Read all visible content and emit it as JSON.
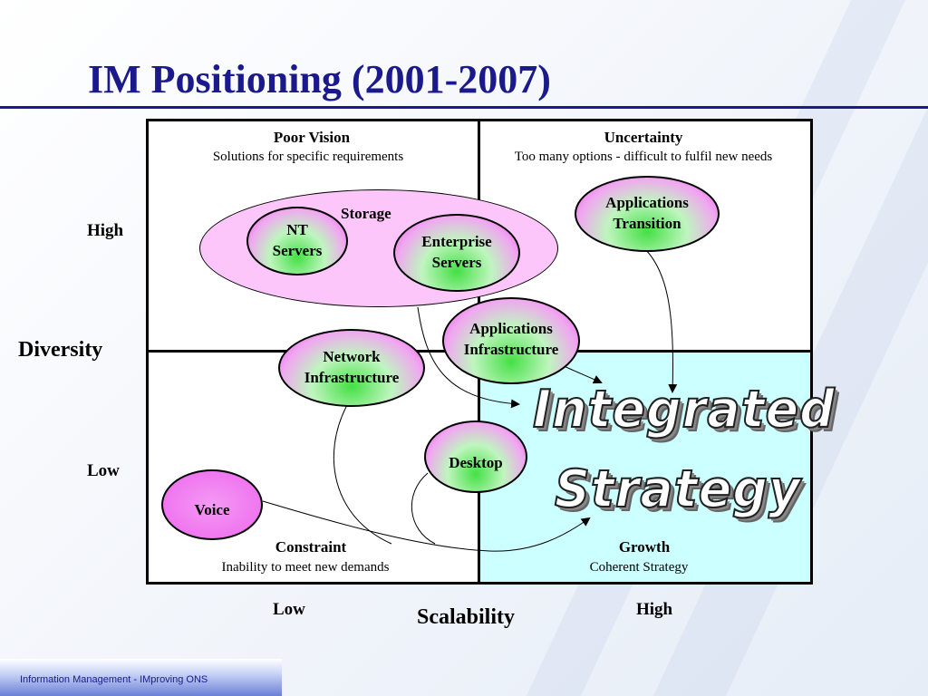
{
  "title": "IM Positioning (2001-2007)",
  "quadrants": {
    "top_left": {
      "title": "Poor Vision",
      "subtitle": "Solutions for specific requirements"
    },
    "top_right": {
      "title": "Uncertainty",
      "subtitle": "Too many options - difficult to fulfil new needs"
    },
    "bottom_left": {
      "title": "Constraint",
      "subtitle": "Inability to meet new demands"
    },
    "bottom_right": {
      "title": "Growth",
      "subtitle": "Coherent Strategy"
    }
  },
  "axes": {
    "y_label": "Diversity",
    "y_high": "High",
    "y_low": "Low",
    "x_label": "Scalability",
    "x_low": "Low",
    "x_high": "High"
  },
  "nodes": {
    "storage": "Storage",
    "nt_servers": "NT Servers",
    "enterprise_servers": "Enterprise Servers",
    "applications_transition": "Applications Transition",
    "applications_infrastructure": "Applications Infrastructure",
    "network_infrastructure": "Network Infrastructure",
    "desktop": "Desktop",
    "voice": "Voice"
  },
  "target": {
    "line1": "Integrated",
    "line2": "Strategy"
  },
  "colors": {
    "title": "#1a1a8c",
    "growth_quadrant": "#ccffff",
    "storage_group": "#fdc6fb",
    "node_green": "#44e044",
    "node_pink": "#ee66ee"
  },
  "footer": "Information Management  - IMproving ONS"
}
